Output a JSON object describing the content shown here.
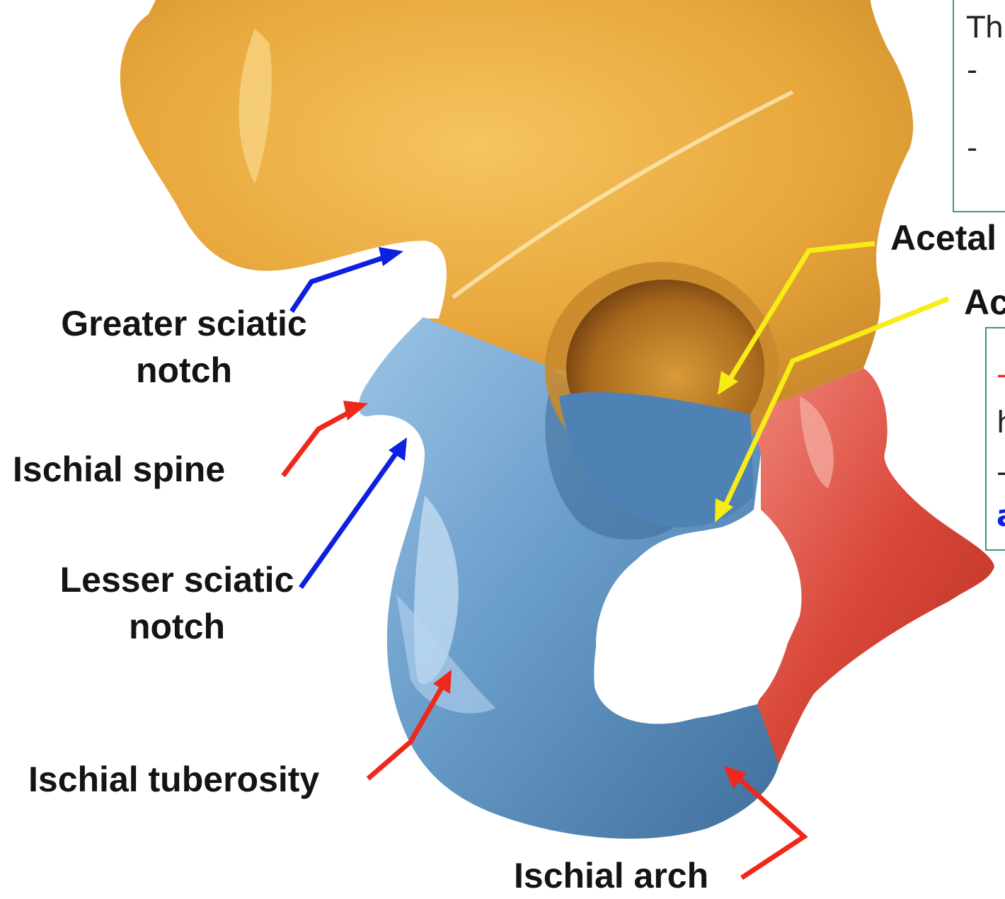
{
  "colors": {
    "ilium": "#e9ab3f",
    "ischium": "#5d93c3",
    "pubis": "#d9483a",
    "arrow_red": "#f0271b",
    "arrow_blue": "#0d1fe0",
    "arrow_yellow": "#f7ec16",
    "box_border_green": "#3c9a6a"
  },
  "labels": {
    "greater_sciatic_notch": [
      "Greater sciatic",
      "notch"
    ],
    "ischial_spine": "Ischial spine",
    "lesser_sciatic_notch": [
      "Lesser sciatic",
      "notch"
    ],
    "ischial_tuberosity": "Ischial tuberosity",
    "ischial_arch": "Ischial arch",
    "acetabulum_partial": "Acetal",
    "acetabular_partial": "Ac"
  },
  "top_box": {
    "line1": "Th",
    "line2": "-",
    "line3": "-"
  },
  "mid_box": {
    "line1": "-",
    "line2": "h",
    "line3": "-",
    "line4": "a"
  }
}
